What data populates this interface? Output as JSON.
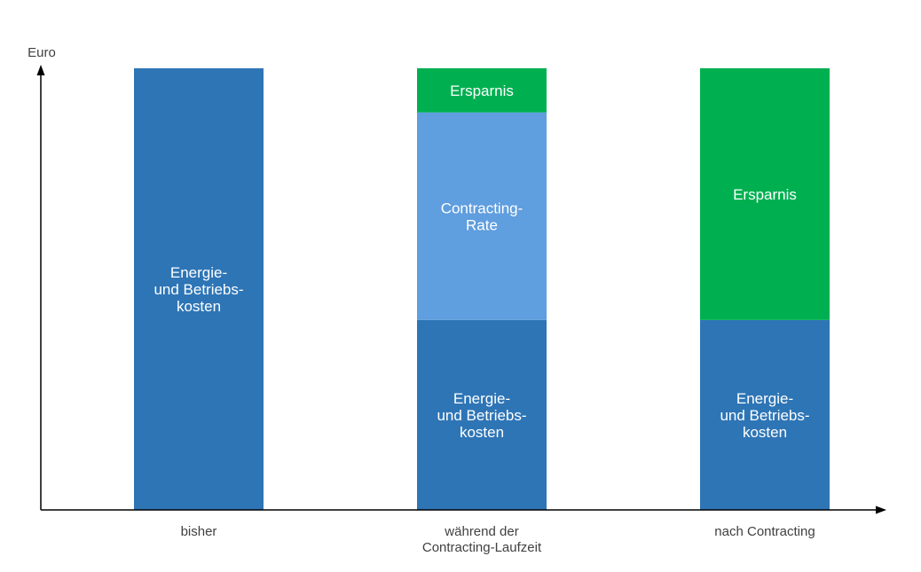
{
  "chart_data": {
    "type": "bar",
    "stacked": true,
    "ylabel": "Euro",
    "xlabel": "",
    "title": "",
    "ylim": [
      0,
      100
    ],
    "grid": false,
    "legend": "none",
    "categories": [
      [
        "bisher"
      ],
      [
        "während der",
        "Contracting-Laufzeit"
      ],
      [
        "nach Contracting"
      ]
    ],
    "bars": [
      {
        "segments": [
          {
            "label": [
              "Energie-",
              "und Betriebs-",
              "kosten"
            ],
            "value": 100,
            "color": "#2e75b6"
          }
        ]
      },
      {
        "segments": [
          {
            "label": [
              "Energie-",
              "und Betriebs-",
              "kosten"
            ],
            "value": 43,
            "color": "#2e75b6"
          },
          {
            "label": [
              "Contracting-",
              "Rate"
            ],
            "value": 47,
            "color": "#5f9edf"
          },
          {
            "label": [
              "Ersparnis"
            ],
            "value": 10,
            "color": "#00b050"
          }
        ]
      },
      {
        "segments": [
          {
            "label": [
              "Energie-",
              "und Betriebs-",
              "kosten"
            ],
            "value": 43,
            "color": "#2e75b6"
          },
          {
            "label": [
              "Ersparnis"
            ],
            "value": 57,
            "color": "#00b050"
          }
        ]
      }
    ]
  }
}
